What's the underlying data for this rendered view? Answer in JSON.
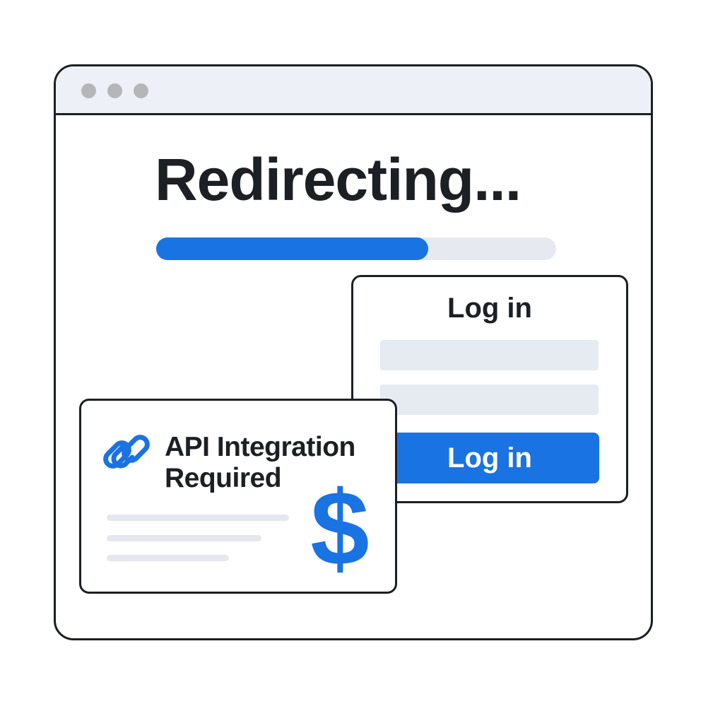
{
  "window": {
    "titlebar_dots": [
      "window-dot-1",
      "window-dot-2",
      "window-dot-3"
    ]
  },
  "main": {
    "headline": "Redirecting...",
    "progress": {
      "percent": 68,
      "fill_color": "#1a73e2",
      "track_color": "#e6eaf0"
    }
  },
  "login_card": {
    "title": "Log in",
    "fields": [
      {
        "name": "username",
        "value": "",
        "placeholder": ""
      },
      {
        "name": "password",
        "value": "",
        "placeholder": ""
      }
    ],
    "button_label": "Log in",
    "accent_color": "#1a73e2"
  },
  "api_card": {
    "icon": "link-icon",
    "title_line1": "API Integration",
    "title_line2": "Required",
    "currency_icon": "dollar-icon",
    "currency_symbol": "$",
    "placeholder_lines": 3
  }
}
